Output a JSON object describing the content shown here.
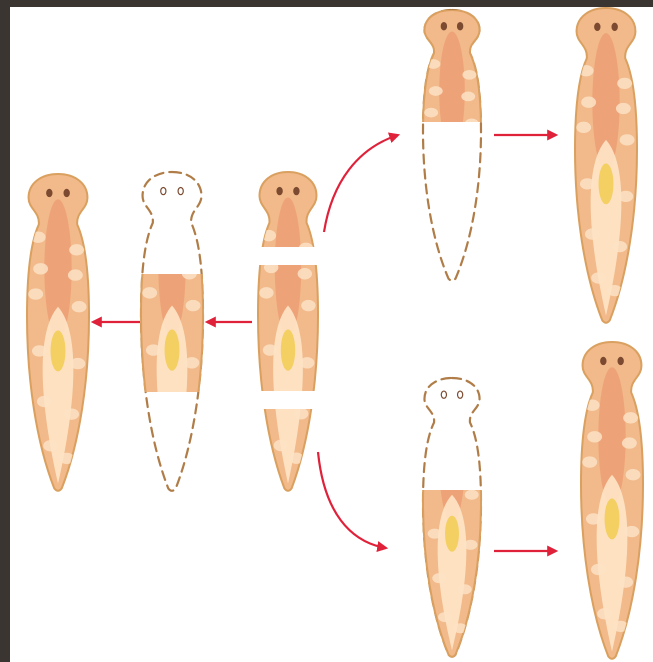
{
  "figure": {
    "colors": {
      "frame": "#3a3531",
      "background": "#ffffff",
      "body_fill": "#f2b98a",
      "body_outline": "#d9a05f",
      "mottle": "#fbe2c6",
      "center_stripe": "#e8875f",
      "pharynx": "#fde3c4",
      "pharynx_core": "#f4cf62",
      "eye": "#7b4a30",
      "dash": "#b07d48",
      "arrow": "#e0213a"
    },
    "stages": [
      "whole-worm",
      "cut-into-three-pieces",
      "head-piece",
      "regenerated-head-piece",
      "middle-piece",
      "regenerated-middle-piece",
      "tail-piece",
      "regenerated-tail-piece"
    ],
    "arrows": [
      "whole-to-middle-arrow",
      "middle-piece-to-regenerated-arrow",
      "whole-to-head-piece-curved-arrow",
      "head-piece-to-regenerated-arrow",
      "whole-to-tail-piece-curved-arrow",
      "tail-piece-to-regenerated-arrow"
    ]
  }
}
